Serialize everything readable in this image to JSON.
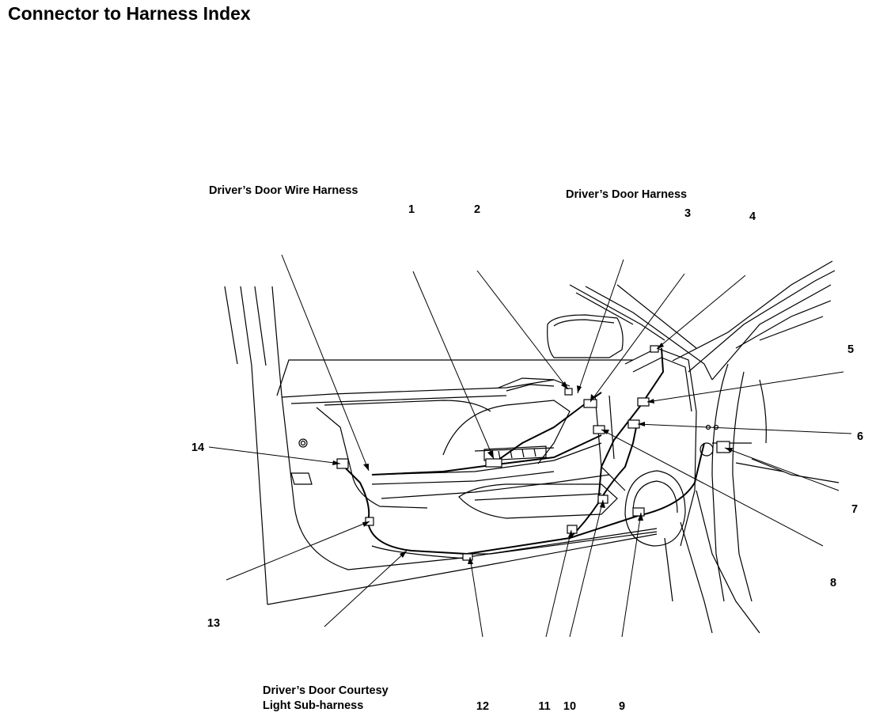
{
  "page": {
    "title": "Connector to Harness Index"
  },
  "captions": {
    "wire_harness": "Driver’s Door Wire Harness",
    "door_harness": "Driver’s Door Harness",
    "courtesy_line1": "Driver’s Door Courtesy",
    "courtesy_line2": "Light Sub-harness"
  },
  "callouts": [
    "1",
    "2",
    "3",
    "4",
    "5",
    "6",
    "7",
    "8",
    "9",
    "10",
    "11",
    "12",
    "13",
    "14"
  ]
}
